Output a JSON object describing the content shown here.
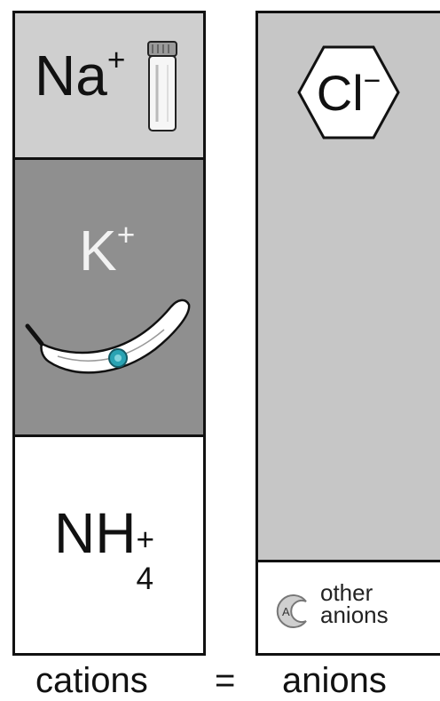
{
  "cations": {
    "na": {
      "symbol": "Na",
      "charge": "+",
      "icon": "salt-shaker-icon"
    },
    "k": {
      "symbol": "K",
      "charge": "+",
      "icon": "banana-icon"
    },
    "nh4": {
      "symbol": "NH",
      "charge": "+",
      "subscript": "4"
    }
  },
  "anions": {
    "cl": {
      "symbol": "Cl",
      "charge": "−",
      "icon": "hexagon-icon"
    },
    "other": {
      "line1": "other",
      "line2": "anions",
      "icon": "a-minus-icon",
      "icon_text": "A"
    }
  },
  "footer": {
    "left": "cations",
    "equals": "=",
    "right": "anions"
  },
  "colors": {
    "na": "#cfcfcf",
    "k": "#8f8f8f",
    "nh4": "#ffffff",
    "cl": "#c6c6c6",
    "other": "#ffffff",
    "banana_sticker": "#2aa3b3"
  }
}
